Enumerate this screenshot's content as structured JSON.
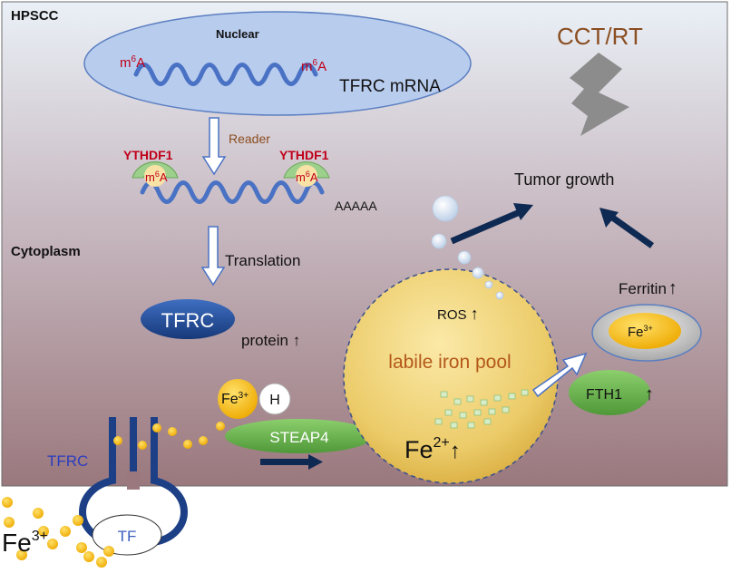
{
  "labels": {
    "hpscc": "HPSCC",
    "nuclear": "Nuclear",
    "cytoplasm": "Cytoplasm",
    "tfrc_mrna": "TFRC mRNA",
    "reader": "Reader",
    "ythdf1": "YTHDF1",
    "m6a_base": "m",
    "m6a_sup": "6",
    "m6a_end": "A",
    "polya": "AAAAA",
    "translation": "Translation",
    "tfrc_protein": "TFRC",
    "protein_up": "protein ↑",
    "fe_base": "Fe",
    "fe3_sup": "3+",
    "fe2_sup": "2+",
    "up_arrow": "↑",
    "h": "H",
    "steap4": "STEAP4",
    "tfrc_receptor": "TFRC",
    "tf": "TF",
    "labile_iron_pool": "labile iron pool",
    "ros": "ROS",
    "cct_rt": "CCT/RT",
    "tumor_growth": "Tumor growth",
    "ferritin": "Ferritin",
    "fth1": "FTH1"
  },
  "colors": {
    "background_top": "#e8eef6",
    "background_bottom": "#9e7b80",
    "nucleus_fill": "#b9cdee",
    "nucleus_stroke": "#5a7fc0",
    "rna": "#4a72c4",
    "ythdf1_green": "#9cd08c",
    "ythdf1_text": "#c0001a",
    "m6a_text": "#c0001a",
    "tfrc_blue": "#1f4f9e",
    "iron_gold": "#f7c21a",
    "steap4_green": "#6cb04a",
    "fth1_green": "#5ca445",
    "pool_gold": "#f0d27a",
    "pool_text": "#b4581a",
    "cct_text": "#8a4d20",
    "receptor_blue": "#1c3f86",
    "dark_arrow": "#0f2a52",
    "lightning_gray": "#8a8a8a",
    "tfrc_label_blue": "#2b3dbf"
  }
}
